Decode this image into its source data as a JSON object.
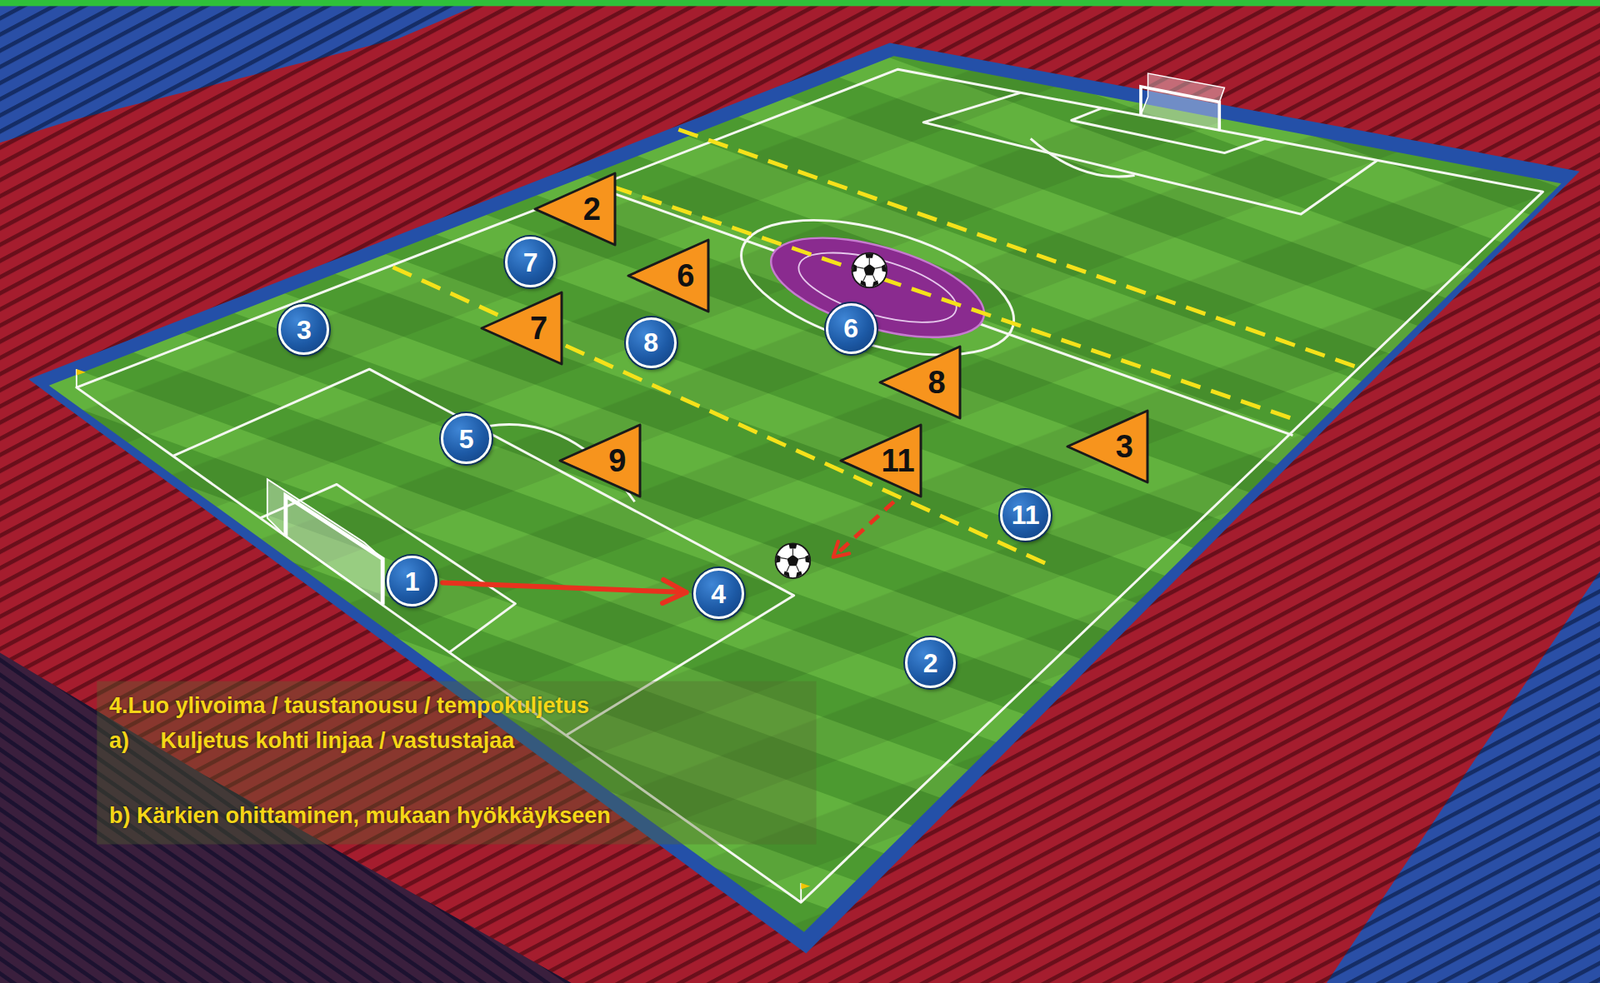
{
  "diagram": {
    "nodes": [
      {
        "text": [
          "2"
        ]
      },
      {
        "text": [
          "7"
        ]
      },
      {
        "text": [
          "6"
        ]
      },
      {
        "text": [
          "3"
        ]
      },
      {
        "text": [
          "7"
        ]
      },
      {
        "text": [
          "6"
        ]
      },
      {
        "text": [
          "8"
        ]
      },
      {
        "text": [
          "8"
        ]
      },
      {
        "text": [
          "5"
        ]
      },
      {
        "text": [
          "3"
        ]
      },
      {
        "text": [
          "9"
        ]
      },
      {
        "text": [
          "11"
        ]
      },
      {
        "text": [
          "11"
        ]
      },
      {
        "text": [
          "1"
        ]
      },
      {
        "text": [
          "4"
        ]
      },
      {
        "text": [
          "2"
        ]
      }
    ],
    "edges": [
      {
        "from": 13,
        "to": 14,
        "arrow": "to"
      }
    ],
    "labels": [
      "4.Luo ylivoima / taustanousu / tempokuljetus",
      "a)     Kuljetus kohti linjaa / vastustajaa",
      "b) Kärkien ohittaminen, mukaan hyökkäykseen"
    ]
  }
}
